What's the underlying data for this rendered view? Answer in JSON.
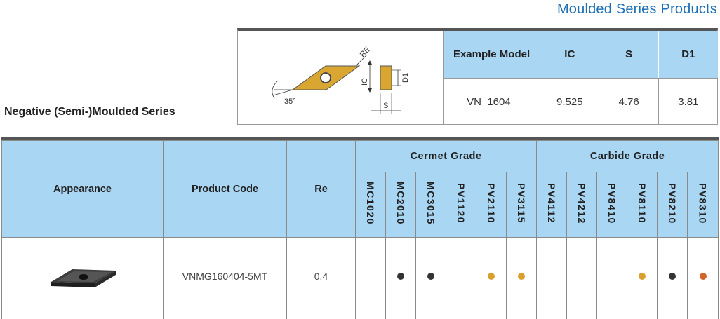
{
  "page_title": "Moulded Series Products",
  "series_title": "Negative (Semi-)Moulded Series",
  "diagram": {
    "label_re": "RE",
    "label_ic": "IC",
    "label_d1": "D1",
    "label_s": "S",
    "label_angle": "35°",
    "insert_color": "#d9a632"
  },
  "spec": {
    "headers": [
      "Example Model",
      "IC",
      "S",
      "D1"
    ],
    "values": [
      "VN_1604_",
      "9.525",
      "4.76",
      "3.81"
    ]
  },
  "main": {
    "col_appearance": "Appearance",
    "col_product_code": "Product Code",
    "col_re": "Re",
    "group_cermet": "Cermet Grade",
    "group_carbide": "Carbide Grade",
    "cermet_grades": [
      "MC1020",
      "MC2010",
      "MC3015",
      "PV1120",
      "PV2110",
      "PV3115"
    ],
    "carbide_grades": [
      "PV4112",
      "PV4212",
      "PV8410",
      "PV8110",
      "PV8210",
      "PV8310"
    ],
    "rows": [
      {
        "product_code": "VNMG160404-5MT",
        "re": "0.4",
        "cermet_dots": [
          "",
          "black",
          "black",
          "",
          "gold",
          "gold"
        ],
        "carbide_dots": [
          "",
          "",
          "",
          "gold",
          "black",
          "orange"
        ]
      }
    ]
  },
  "colors": {
    "header_blue": "#a9d6f3",
    "title_blue": "#1f6fb6",
    "black": "#333333",
    "gold": "#d9a030",
    "orange": "#d0642a"
  }
}
